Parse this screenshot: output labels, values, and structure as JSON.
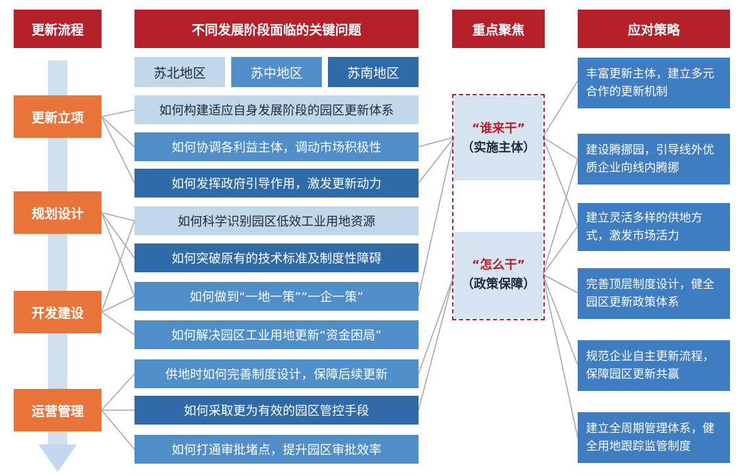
{
  "headers": {
    "process": "更新流程",
    "problems": "不同发展阶段面临的关键问题",
    "focus": "重点聚焦",
    "strategy": "应对策略"
  },
  "stages": [
    "更新立项",
    "规划设计",
    "开发建设",
    "运营管理"
  ],
  "regions": [
    "苏北地区",
    "苏中地区",
    "苏南地区"
  ],
  "questions": [
    "如何构建适应自身发展阶段的园区更新体系",
    "如何协调各利益主体，调动市场积极性",
    "如何发挥政府引导作用，激发更新动力",
    "如何科学识别园区低效工业用地资源",
    "如何突破原有的技术标准及制度性障碍",
    "如何做到“一地一策”“一企一策”",
    "如何解决园区工业用地更新“资金困局”",
    "供地时如何完善制度设计，保障后续更新",
    "如何采取更为有效的园区管控手段",
    "如何打通审批堵点，提升园区审批效率"
  ],
  "focus": [
    {
      "title": "“谁来干”",
      "sub": "（实施主体）"
    },
    {
      "title": "“怎么干”",
      "sub": "（政策保障）"
    }
  ],
  "strategies": [
    "丰富更新主体，建立多元合作的更新机制",
    "建设腾挪园，引导线外优质企业向线内腾挪",
    "建立灵活多样的供地方式，激发市场活力",
    "完善顶层制度设计，健全园区更新政策体系",
    "规范企业自主更新流程，保障园区更新共赢",
    "建立全周期管理体系，健全用地跟踪监管制度"
  ],
  "colors": {
    "header_red": "#b5202a",
    "stage_orange": "#e8743a",
    "light_blue": "#c0d7ea",
    "mid_blue": "#4f8ec8",
    "dark_blue": "#2f6aa9",
    "strategy_blue": "#3e7dc1",
    "focus_fill": "#d6e4f1",
    "connector_gray": "#a9a9a9"
  }
}
